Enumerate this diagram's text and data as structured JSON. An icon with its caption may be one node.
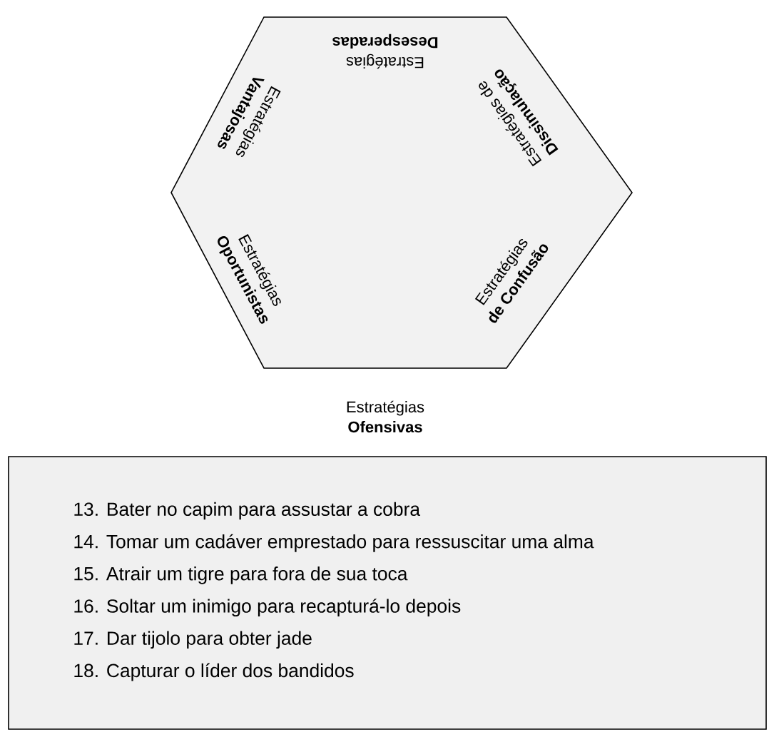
{
  "diagram": {
    "nodes": [
      {
        "text": [
          "Estratégias",
          "Desesperadas",
          "Estratégias",
          "Vantajosas",
          "Estratégias de",
          "Dissimulação",
          "Estratégias",
          "Oportunistas",
          "Estratégias",
          "de Confusão",
          "Estratégias",
          "Ofensivas"
        ]
      },
      {
        "text": [
          "13. Bater no capim para assustar a cobra",
          "14. Tomar um cadáver emprestado para ressuscitar uma alma",
          "15. Atrair um tigre para fora de sua toca",
          "16. Soltar um inimigo para recapturá-lo depois",
          "17. Dar tijolo para obter jade",
          "18. Capturar o líder dos bandidos"
        ]
      }
    ]
  }
}
